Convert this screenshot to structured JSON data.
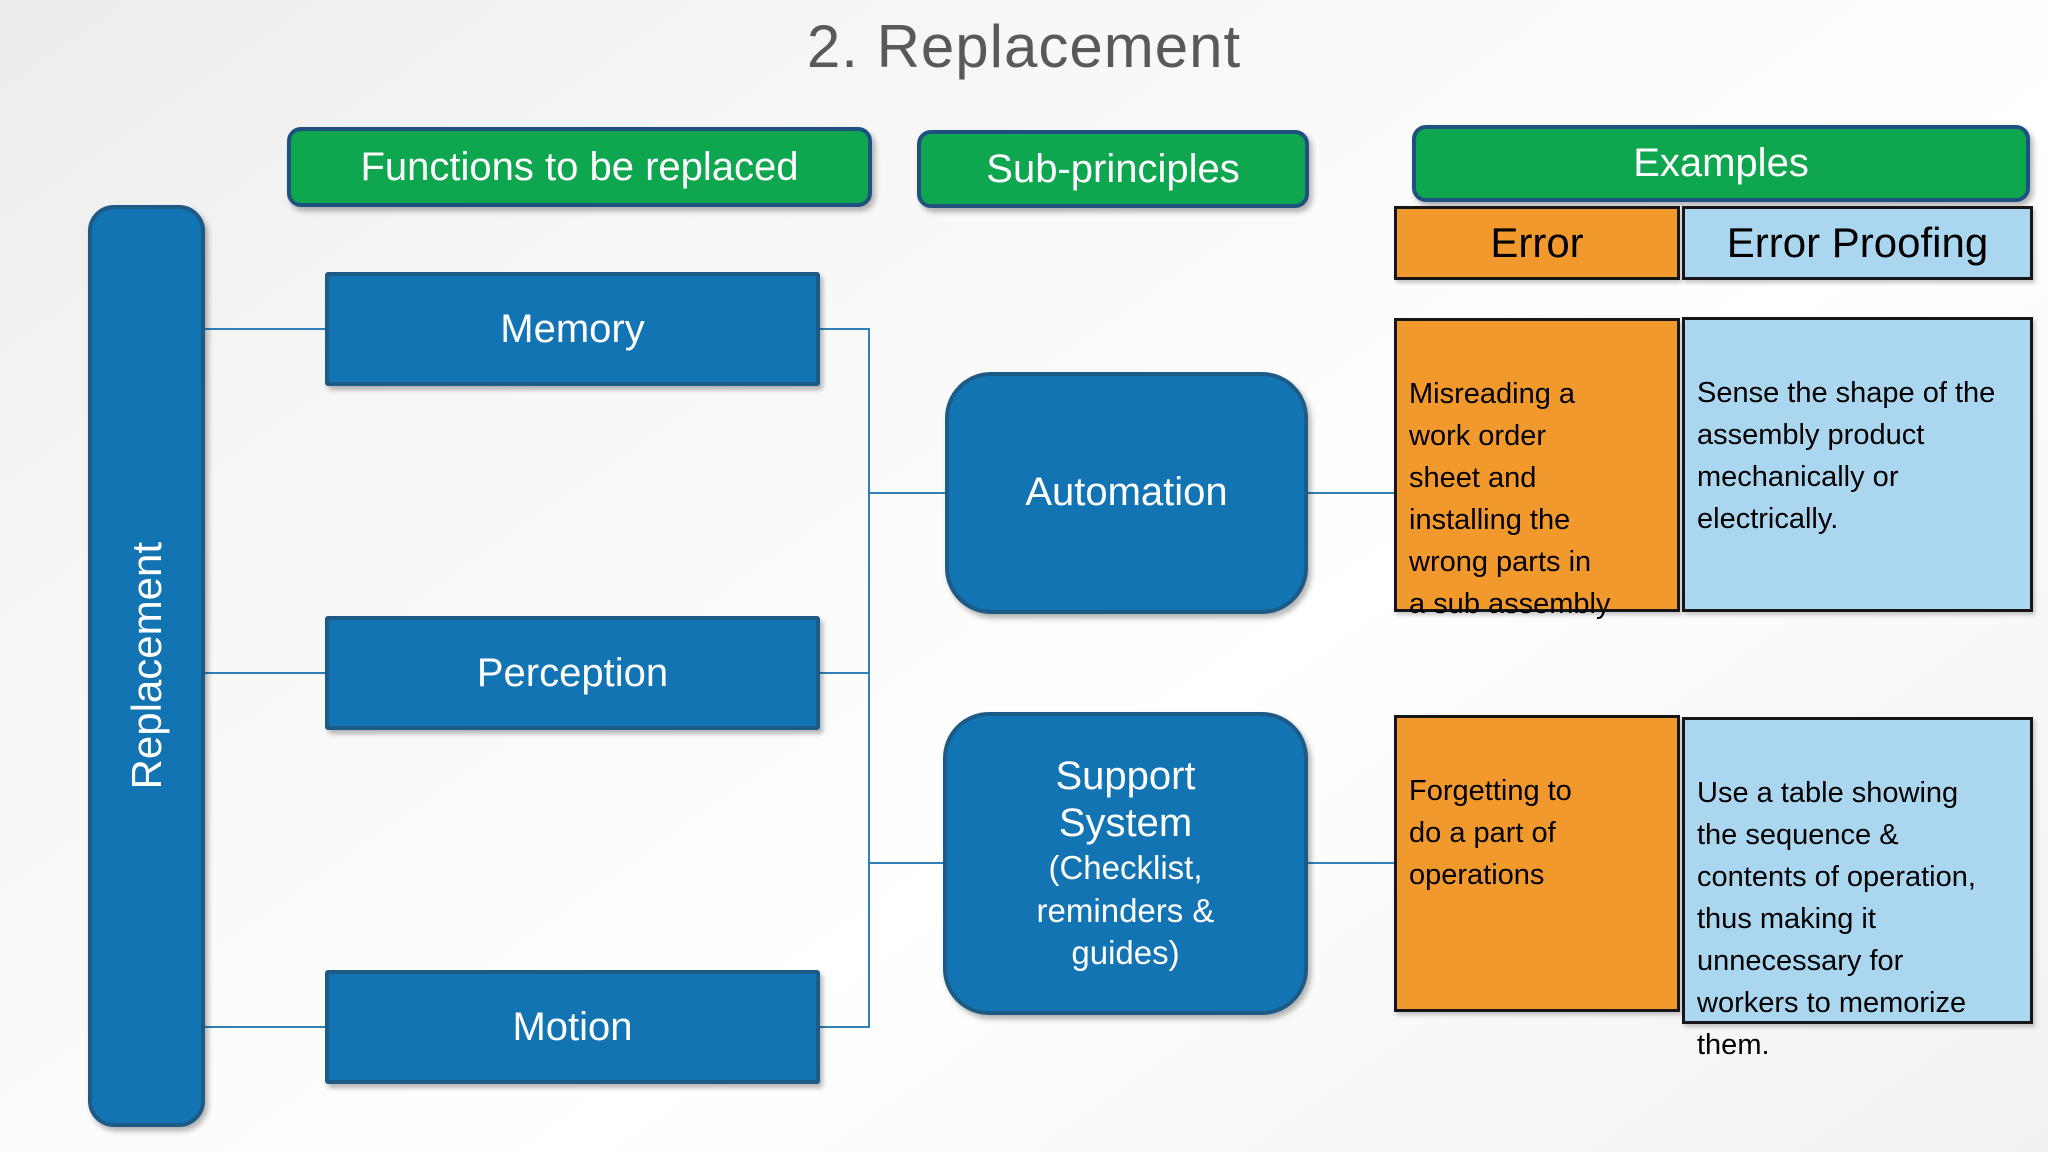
{
  "title": "2. Replacement",
  "column_headers": [
    {
      "label": "Functions to be replaced"
    },
    {
      "label": "Sub-principles"
    },
    {
      "label": "Examples"
    }
  ],
  "root": {
    "label": "Replacement"
  },
  "functions": [
    {
      "label": "Memory"
    },
    {
      "label": "Perception"
    },
    {
      "label": "Motion"
    }
  ],
  "sub_principles": [
    {
      "title": "Automation",
      "subtitle": ""
    },
    {
      "title": "Support\nSystem",
      "subtitle": "(Checklist,\nreminders &\nguides)"
    }
  ],
  "examples_table": {
    "header": {
      "error": "Error",
      "error_proofing": "Error Proofing"
    },
    "rows": [
      {
        "error": "Misreading a\nwork order\nsheet and\ninstalling the\nwrong parts in\na sub assembly",
        "error_proofing": "Sense the shape of the\nassembly product\nmechanically or\nelectrically."
      },
      {
        "error": "Forgetting to\ndo a part of\noperations",
        "error_proofing": "Use a table showing\nthe sequence &\ncontents of operation,\nthus making it\nunnecessary for\nworkers to memorize\nthem."
      }
    ]
  },
  "colors": {
    "box_blue": "#1374b4",
    "box_blue_border": "#1d5a85",
    "header_green": "#0ea64e",
    "green_border": "#1e5180",
    "error_orange": "#f2992e",
    "proofing_light_blue": "#aad6f0",
    "connector_blue": "#2e81b8",
    "title_gray": "#595959"
  }
}
